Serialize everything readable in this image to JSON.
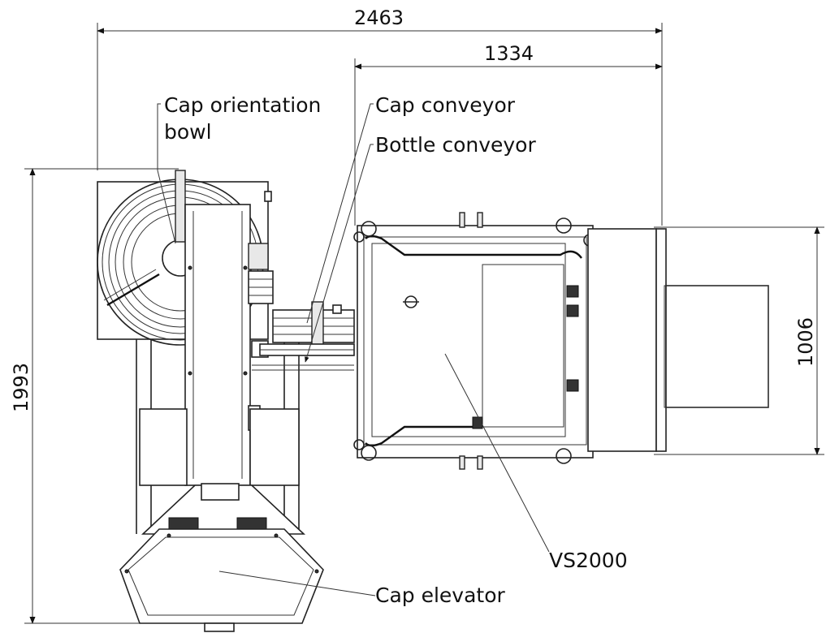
{
  "dimensions": {
    "overall_width": "2463",
    "conveyor_width": "1334",
    "overall_height": "1993",
    "unit_depth": "1006"
  },
  "labels": {
    "cap_orientation_bowl_line1": "Cap orientation",
    "cap_orientation_bowl_line2": "bowl",
    "cap_conveyor": "Cap conveyor",
    "bottle_conveyor": "Bottle conveyor",
    "vs2000": "VS2000",
    "cap_elevator": "Cap elevator"
  }
}
